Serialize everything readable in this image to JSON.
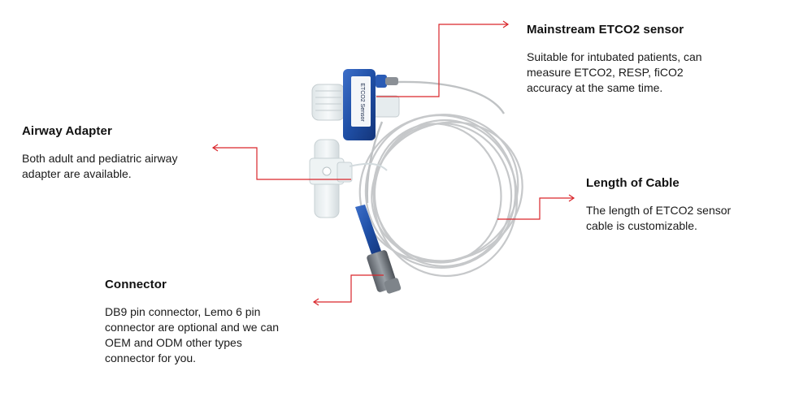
{
  "callouts": {
    "sensor": {
      "title": "Mainstream ETCO2 sensor",
      "body": "Suitable for intubated patients, can\nmeasure ETCO2, RESP, fiCO2\naccuracy at the same time."
    },
    "airway": {
      "title": "Airway Adapter",
      "body": "Both adult and pediatric airway\nadapter are available."
    },
    "cable": {
      "title": "Length of Cable",
      "body": "The length of ETCO2 sensor\ncable is customizable."
    },
    "connector": {
      "title": "Connector",
      "body": "DB9 pin connector, Lemo 6 pin\nconnector are optional and we can\nOEM and ODM other types\nconnector for you."
    }
  },
  "sensor_label": "ETCO2 Sensor",
  "colors": {
    "leader_line": "#d9262b",
    "sensor_body": "#1f4fa6",
    "cable": "#c4c6c8",
    "adapter": "#e6ecee"
  }
}
